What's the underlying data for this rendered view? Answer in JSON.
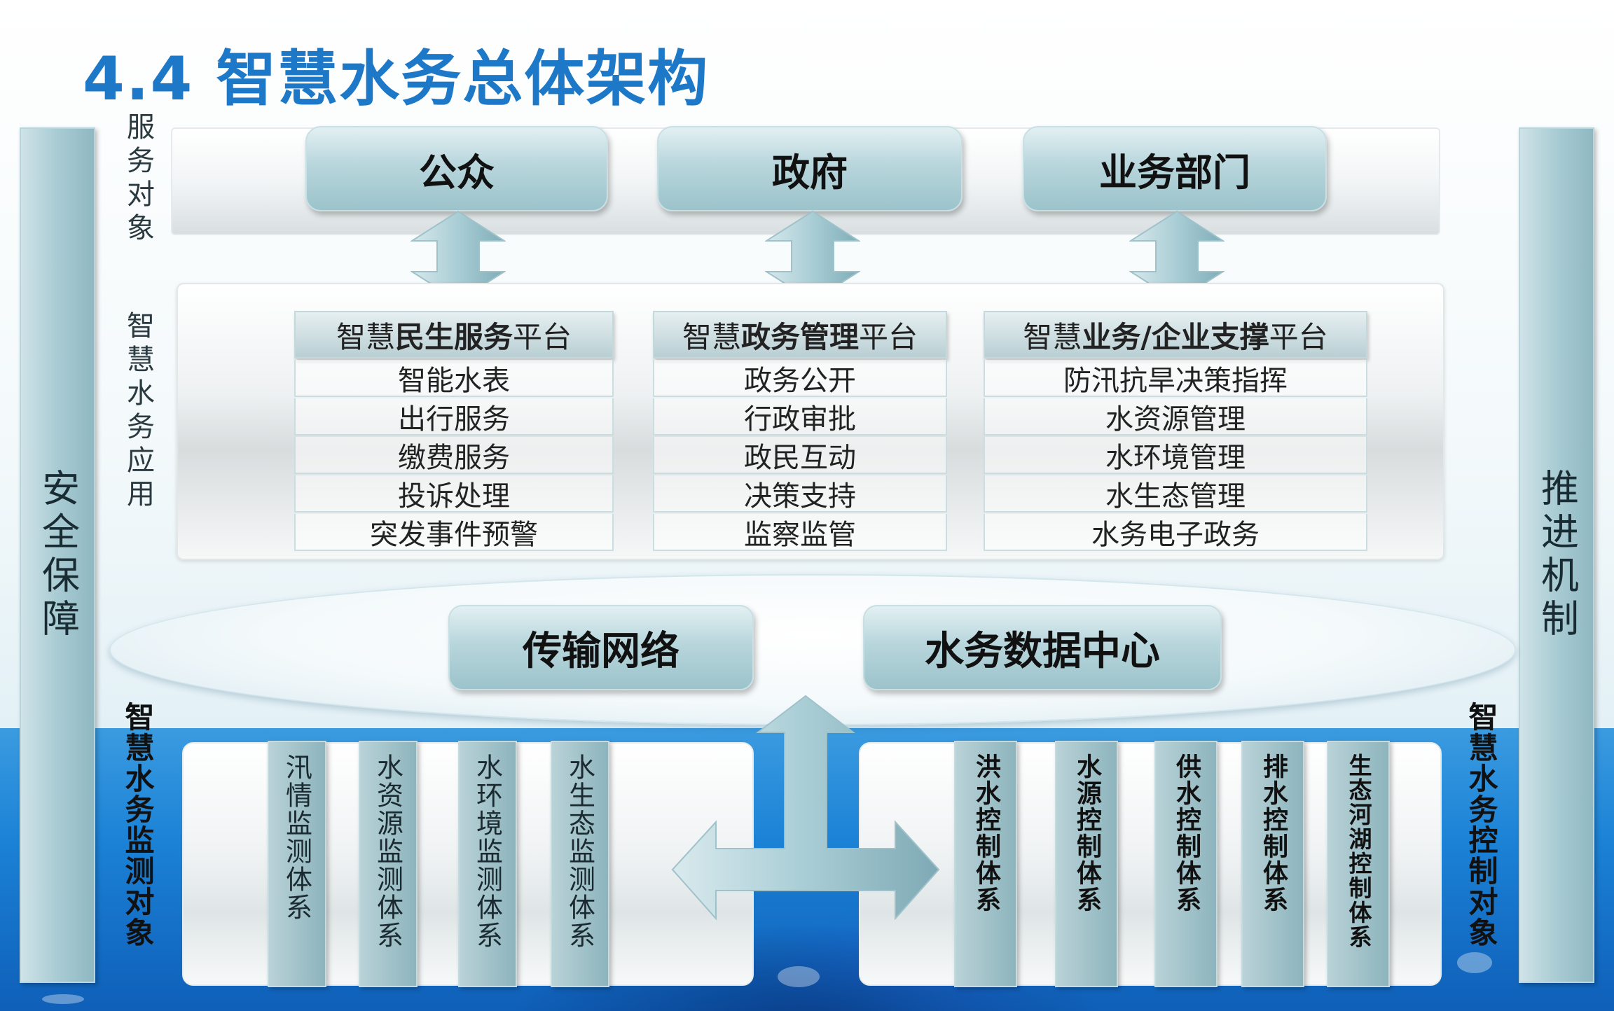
{
  "title": "4.4 智慧水务总体架构",
  "left_pillar": "安全保障",
  "right_pillar": "推进机制",
  "side_labels": {
    "service_objects": "服务对象",
    "applications": "智慧水务应用",
    "monitoring": "智慧水务监测对象",
    "control": "智慧水务控制对象"
  },
  "service_objects": [
    "公众",
    "政府",
    "业务部门"
  ],
  "platforms": [
    {
      "prefix": "智慧",
      "emphasis": "民生服务",
      "suffix": "平台",
      "items": [
        "智能水表",
        "出行服务",
        "缴费服务",
        "投诉处理",
        "突发事件预警"
      ]
    },
    {
      "prefix": "智慧",
      "emphasis": "政务管理",
      "suffix": "平台",
      "items": [
        "政务公开",
        "行政审批",
        "政民互动",
        "决策支持",
        "监察监管"
      ]
    },
    {
      "prefix": "智慧",
      "emphasis": "业务/企业支撑",
      "suffix": "平台",
      "items": [
        "防汛抗旱决策指挥",
        "水资源管理",
        "水环境管理",
        "水生态管理",
        "水务电子政务"
      ]
    }
  ],
  "infrastructure": [
    "传输网络",
    "水务数据中心"
  ],
  "monitoring_systems": [
    "汛情监测体系",
    "水资源监测体系",
    "水环境监测体系",
    "水生态监测体系"
  ],
  "control_systems": [
    "洪水控制体系",
    "水源控制体系",
    "供水控制体系",
    "排水控制体系",
    "生态河湖控制体系"
  ],
  "colors": {
    "title": "#1d79c8",
    "button": "#9cc3cb",
    "water": "#1b82d6"
  }
}
